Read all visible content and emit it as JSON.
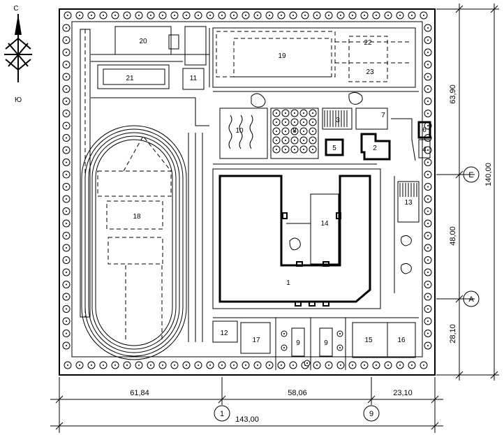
{
  "compass": {
    "north": "С",
    "south": "Ю"
  },
  "zones": {
    "z1": "1",
    "z2": "2",
    "z3": "3",
    "z4": "4",
    "z5": "5",
    "z6": "6",
    "z7": "7",
    "z8": "8",
    "z9a": "9",
    "z9b": "9",
    "z10": "10",
    "z11": "11",
    "z12": "12",
    "z13": "13",
    "z14": "14",
    "z15": "15",
    "z16": "16",
    "z17": "17",
    "z18": "18",
    "z19": "19",
    "z20": "20",
    "z21": "21",
    "z22": "22",
    "z23": "23"
  },
  "dimensions": {
    "bottom_left": "61,84",
    "bottom_mid": "58,06",
    "bottom_right": "23,10",
    "bottom_total": "143,00",
    "right_top": "63,90",
    "right_mid": "48,00",
    "right_bottom": "28,10",
    "right_total": "140,00"
  },
  "axes": {
    "axis_1": "1",
    "axis_9": "9",
    "axis_E": "Е",
    "axis_A": "А"
  }
}
